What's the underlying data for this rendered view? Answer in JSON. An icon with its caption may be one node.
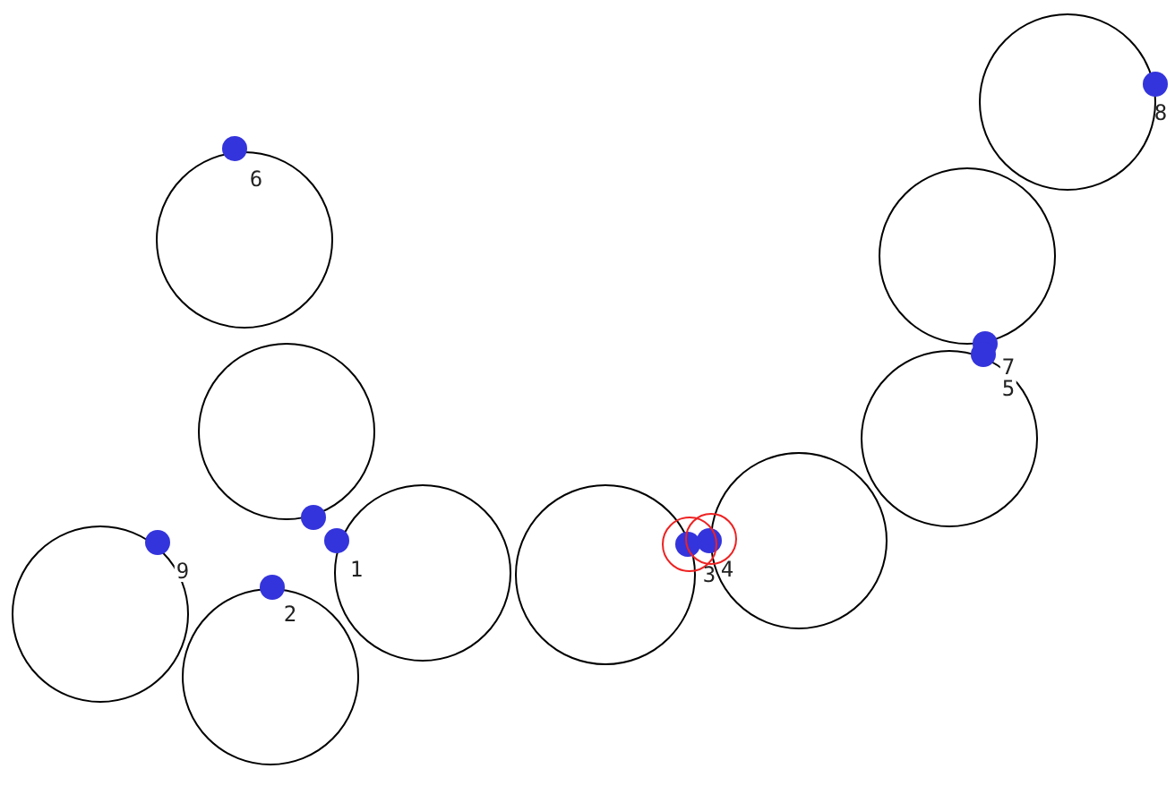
{
  "diagram": {
    "labels": [
      "8",
      "6",
      "7",
      "5",
      "9",
      "1",
      "3",
      "4",
      "2"
    ]
  }
}
